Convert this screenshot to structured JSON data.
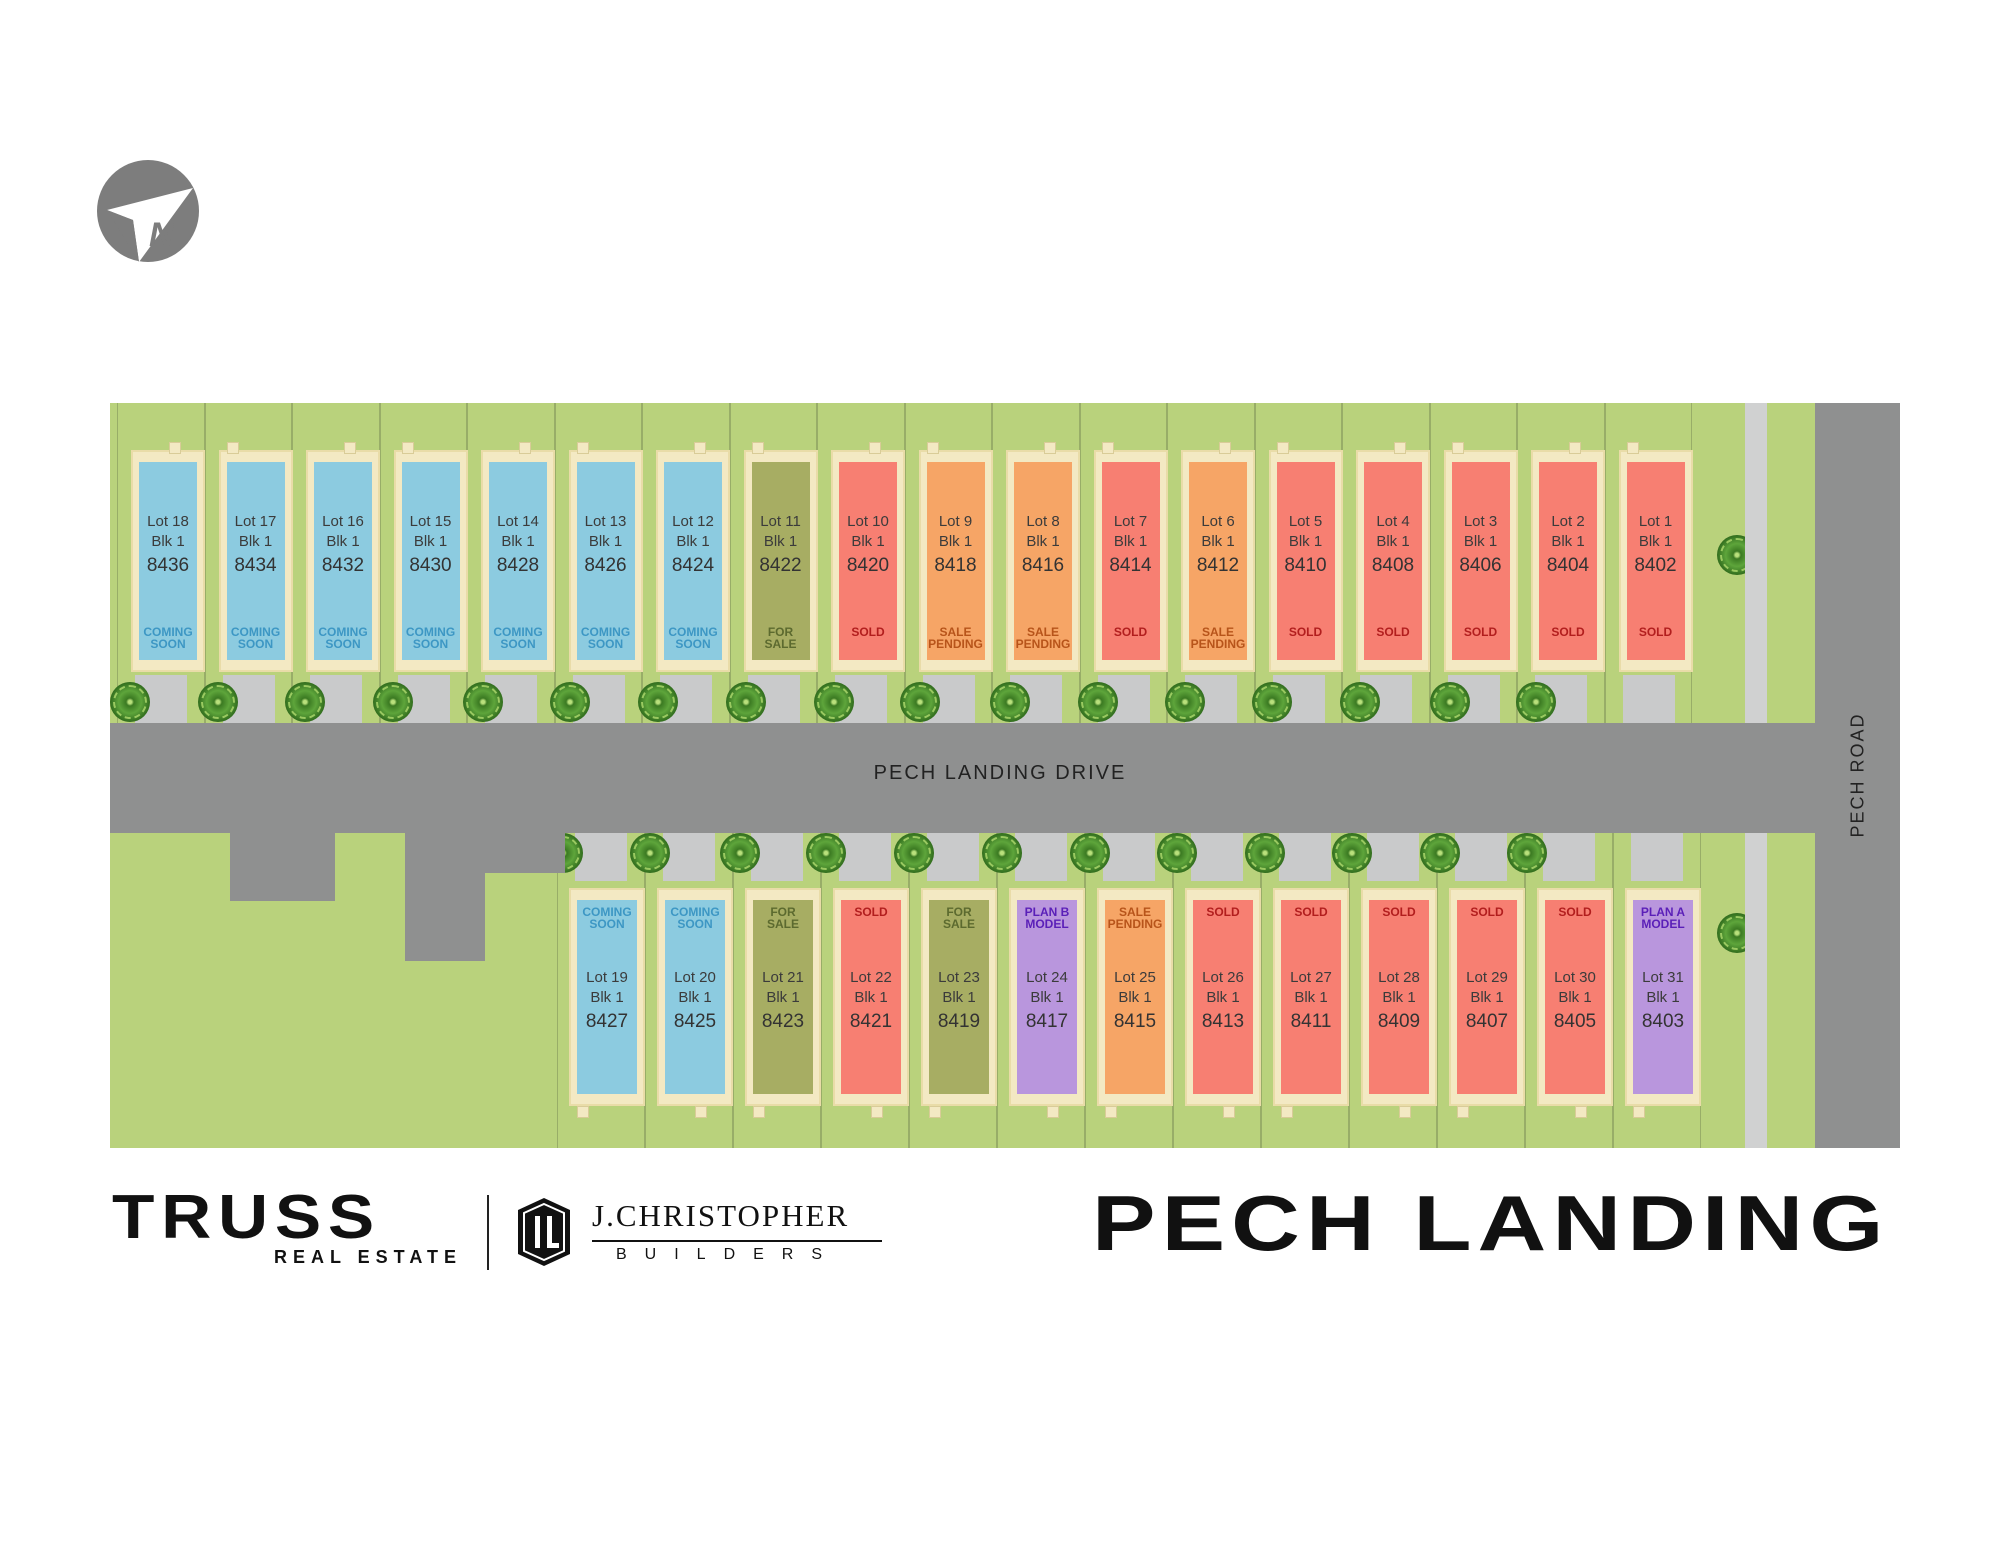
{
  "title": "PECH LANDING",
  "street": "PECH LANDING DRIVE",
  "cross_street": "PECH ROAD",
  "north_label": "N",
  "brand": {
    "truss": "TRUSS",
    "truss_sub": "REAL ESTATE",
    "builder": "J.CHRISTOPHER",
    "builder_sub": "BUILDERS"
  },
  "colors": {
    "coming_soon": "#8ccbe0",
    "for_sale": "#a7ad63",
    "sold": "#f77f72",
    "sale_pending": "#f6a566",
    "model": "#b996dd"
  },
  "status_text_colors": {
    "coming_soon": "#3d97c4",
    "for_sale": "#5c6a2f",
    "sold": "#b21e1e",
    "sale_pending": "#b7541a",
    "model": "#5a1fb8"
  },
  "lots_top": [
    {
      "lot": "Lot 18",
      "blk": "Blk 1",
      "address": "8436",
      "status": "COMING SOON",
      "type": "coming_soon"
    },
    {
      "lot": "Lot 17",
      "blk": "Blk 1",
      "address": "8434",
      "status": "COMING SOON",
      "type": "coming_soon"
    },
    {
      "lot": "Lot 16",
      "blk": "Blk 1",
      "address": "8432",
      "status": "COMING SOON",
      "type": "coming_soon"
    },
    {
      "lot": "Lot 15",
      "blk": "Blk 1",
      "address": "8430",
      "status": "COMING SOON",
      "type": "coming_soon"
    },
    {
      "lot": "Lot 14",
      "blk": "Blk 1",
      "address": "8428",
      "status": "COMING SOON",
      "type": "coming_soon"
    },
    {
      "lot": "Lot 13",
      "blk": "Blk 1",
      "address": "8426",
      "status": "COMING SOON",
      "type": "coming_soon"
    },
    {
      "lot": "Lot 12",
      "blk": "Blk 1",
      "address": "8424",
      "status": "COMING SOON",
      "type": "coming_soon"
    },
    {
      "lot": "Lot 11",
      "blk": "Blk 1",
      "address": "8422",
      "status": "FOR SALE",
      "type": "for_sale"
    },
    {
      "lot": "Lot 10",
      "blk": "Blk 1",
      "address": "8420",
      "status": "SOLD",
      "type": "sold"
    },
    {
      "lot": "Lot 9",
      "blk": "Blk 1",
      "address": "8418",
      "status": "SALE PENDING",
      "type": "sale_pending"
    },
    {
      "lot": "Lot 8",
      "blk": "Blk 1",
      "address": "8416",
      "status": "SALE PENDING",
      "type": "sale_pending"
    },
    {
      "lot": "Lot 7",
      "blk": "Blk 1",
      "address": "8414",
      "status": "SOLD",
      "type": "sold"
    },
    {
      "lot": "Lot 6",
      "blk": "Blk 1",
      "address": "8412",
      "status": "SALE PENDING",
      "type": "sale_pending"
    },
    {
      "lot": "Lot 5",
      "blk": "Blk 1",
      "address": "8410",
      "status": "SOLD",
      "type": "sold"
    },
    {
      "lot": "Lot 4",
      "blk": "Blk 1",
      "address": "8408",
      "status": "SOLD",
      "type": "sold"
    },
    {
      "lot": "Lot 3",
      "blk": "Blk 1",
      "address": "8406",
      "status": "SOLD",
      "type": "sold"
    },
    {
      "lot": "Lot 2",
      "blk": "Blk 1",
      "address": "8404",
      "status": "SOLD",
      "type": "sold"
    },
    {
      "lot": "Lot 1",
      "blk": "Blk 1",
      "address": "8402",
      "status": "SOLD",
      "type": "sold"
    }
  ],
  "lots_bottom": [
    {
      "lot": "Lot 19",
      "blk": "Blk 1",
      "address": "8427",
      "status": "COMING SOON",
      "type": "coming_soon"
    },
    {
      "lot": "Lot 20",
      "blk": "Blk 1",
      "address": "8425",
      "status": "COMING SOON",
      "type": "coming_soon"
    },
    {
      "lot": "Lot 21",
      "blk": "Blk 1",
      "address": "8423",
      "status": "FOR SALE",
      "type": "for_sale"
    },
    {
      "lot": "Lot 22",
      "blk": "Blk 1",
      "address": "8421",
      "status": "SOLD",
      "type": "sold"
    },
    {
      "lot": "Lot 23",
      "blk": "Blk 1",
      "address": "8419",
      "status": "FOR SALE",
      "type": "for_sale"
    },
    {
      "lot": "Lot 24",
      "blk": "Blk 1",
      "address": "8417",
      "status": "PLAN B MODEL",
      "type": "model"
    },
    {
      "lot": "Lot 25",
      "blk": "Blk 1",
      "address": "8415",
      "status": "SALE PENDING",
      "type": "sale_pending"
    },
    {
      "lot": "Lot 26",
      "blk": "Blk 1",
      "address": "8413",
      "status": "SOLD",
      "type": "sold"
    },
    {
      "lot": "Lot 27",
      "blk": "Blk 1",
      "address": "8411",
      "status": "SOLD",
      "type": "sold"
    },
    {
      "lot": "Lot 28",
      "blk": "Blk 1",
      "address": "8409",
      "status": "SOLD",
      "type": "sold"
    },
    {
      "lot": "Lot 29",
      "blk": "Blk 1",
      "address": "8407",
      "status": "SOLD",
      "type": "sold"
    },
    {
      "lot": "Lot 30",
      "blk": "Blk 1",
      "address": "8405",
      "status": "SOLD",
      "type": "sold"
    },
    {
      "lot": "Lot 31",
      "blk": "Blk 1",
      "address": "8403",
      "status": "PLAN A MODEL",
      "type": "model"
    }
  ]
}
